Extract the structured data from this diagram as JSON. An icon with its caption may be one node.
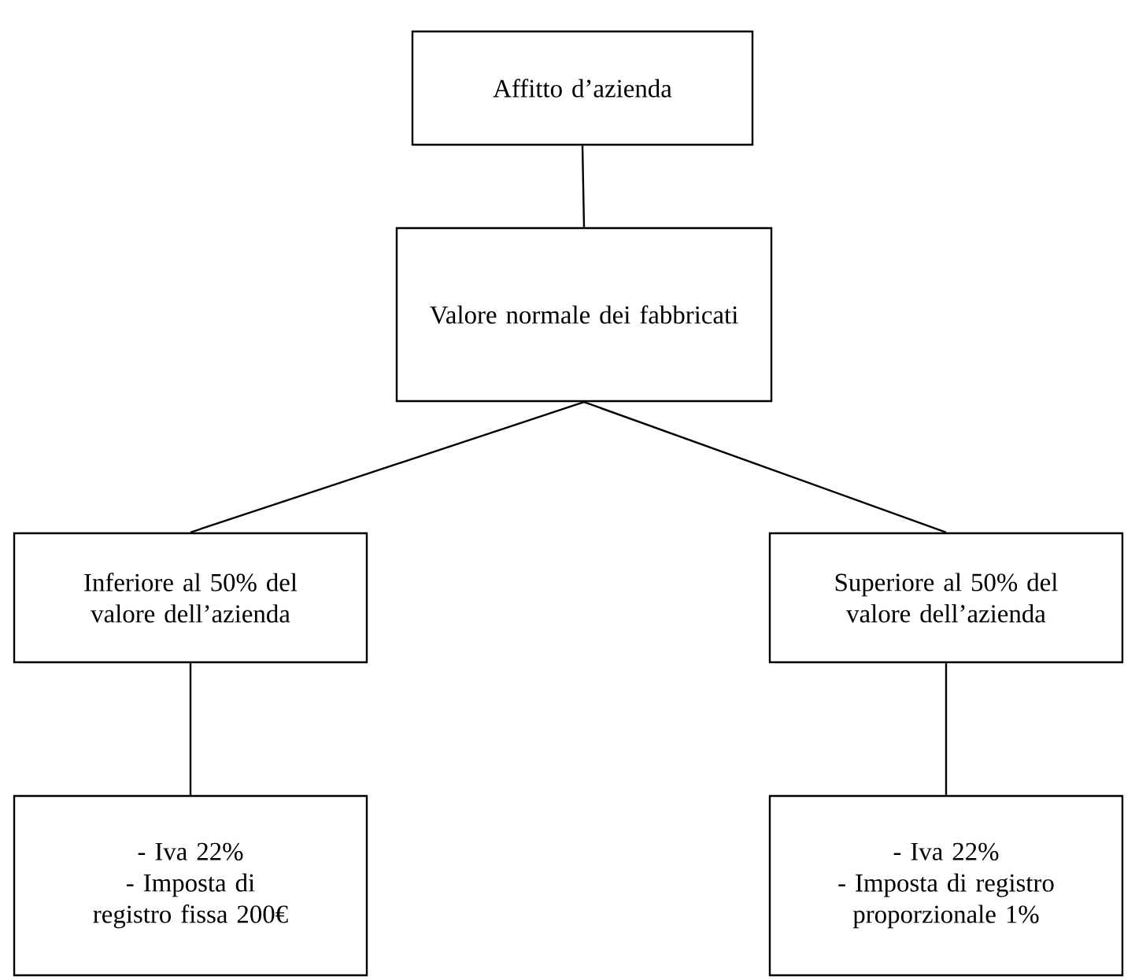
{
  "diagram": {
    "nodes": [
      {
        "text": [
          "Affitto d’azienda"
        ]
      },
      {
        "text": [
          "Valore normale dei fabbricati"
        ]
      },
      {
        "text": [
          "Inferiore al 50% del valore dell’azienda"
        ]
      },
      {
        "text": [
          "Superiore al 50% del valore dell’azienda"
        ]
      },
      {
        "text": [
          "- Iva 22%",
          "- Imposta di registro fissa 200€"
        ]
      },
      {
        "text": [
          "- Iva 22%",
          "- Imposta di registro proporzionale 1%"
        ]
      }
    ],
    "edges": [
      {
        "from": 0,
        "to": 1,
        "arrow": "none"
      },
      {
        "from": 1,
        "to": 2,
        "arrow": "none"
      },
      {
        "from": 1,
        "to": 3,
        "arrow": "none"
      },
      {
        "from": 2,
        "to": 4,
        "arrow": "none"
      },
      {
        "from": 3,
        "to": 5,
        "arrow": "none"
      }
    ]
  }
}
